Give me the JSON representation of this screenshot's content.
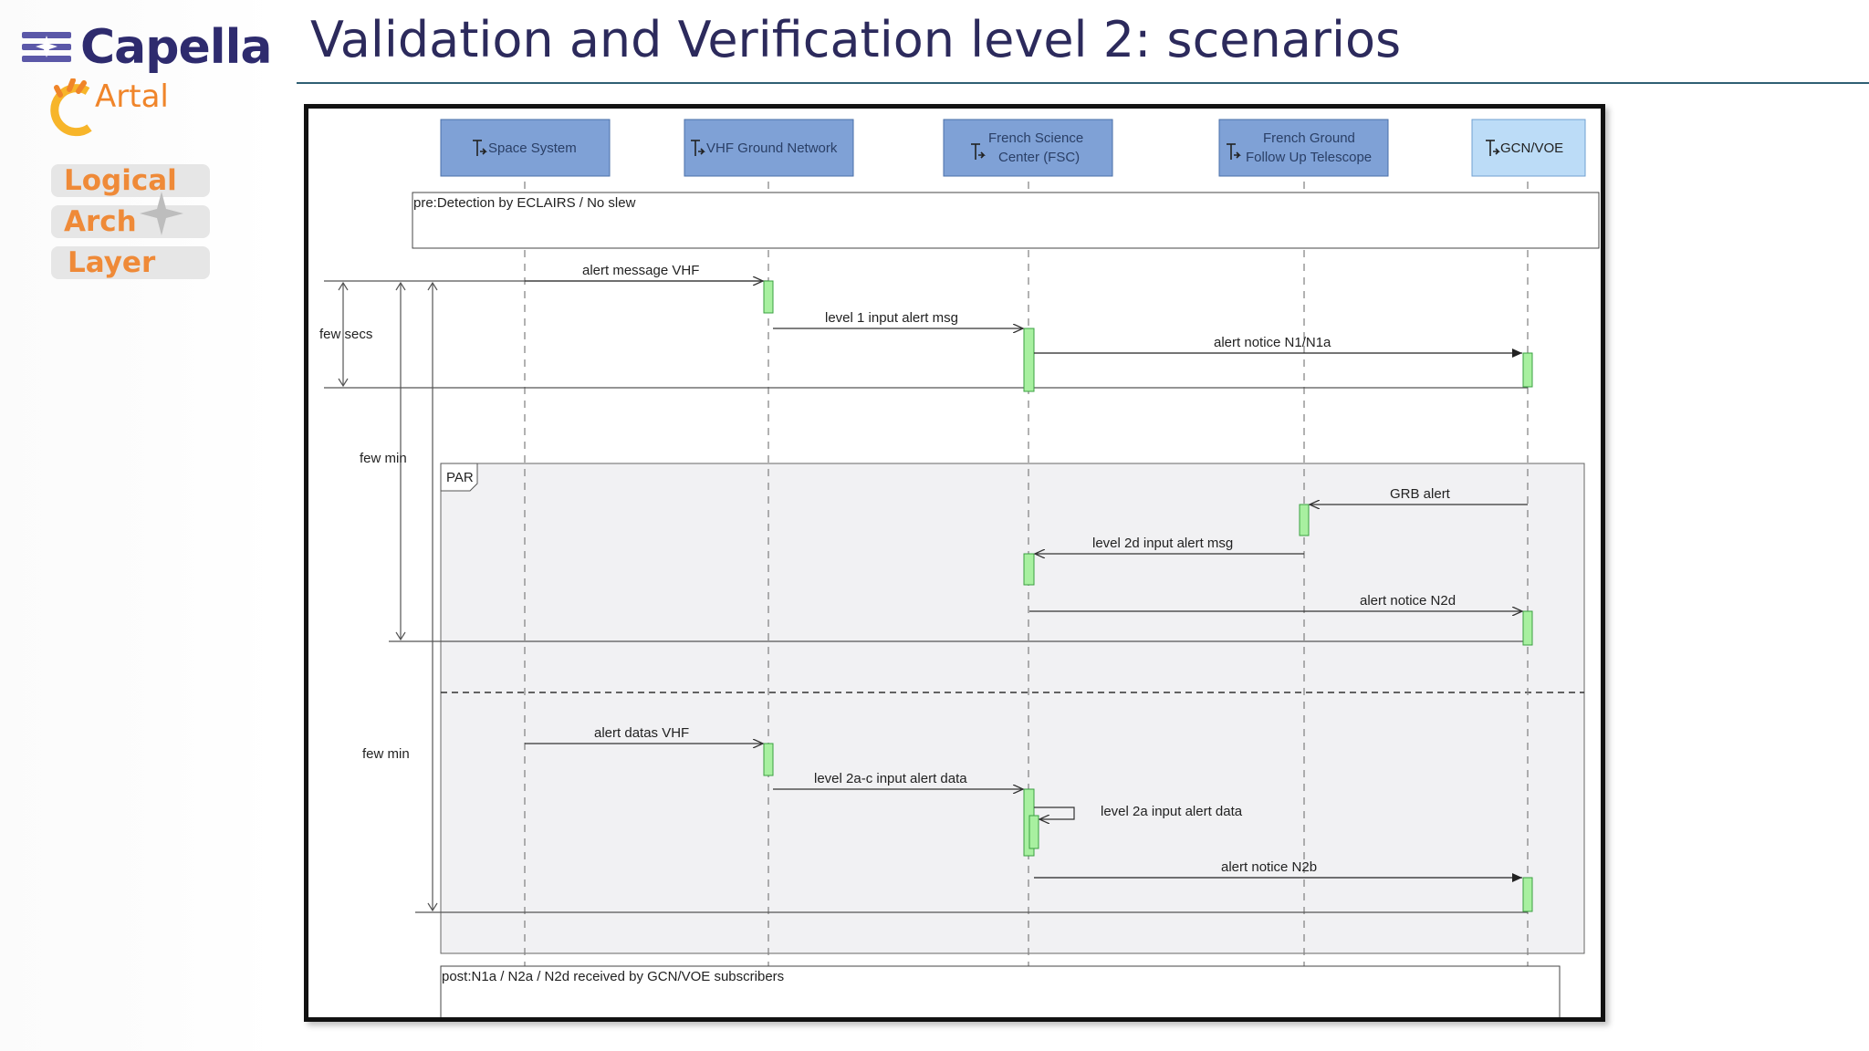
{
  "slide": {
    "title": "Validation and Verification level 2: scenarios",
    "logo_text": "Capella",
    "partner_text": "Artal",
    "layer_badge": [
      "Logical",
      "Arch",
      "Layer"
    ]
  },
  "diagram": {
    "actors": [
      {
        "id": "space",
        "label_lines": [
          "Space System"
        ],
        "fill": "#7fa1d6"
      },
      {
        "id": "vhf",
        "label_lines": [
          "VHF Ground Network"
        ],
        "fill": "#7fa1d6"
      },
      {
        "id": "fsc",
        "label_lines": [
          "French Science",
          "Center (FSC)"
        ],
        "fill": "#7fa1d6"
      },
      {
        "id": "fgft",
        "label_lines": [
          "French Ground",
          "Follow Up Telescope"
        ],
        "fill": "#7fa1d6"
      },
      {
        "id": "gcn",
        "label_lines": [
          "GCN/VOE"
        ],
        "fill": "#bcdcf7"
      }
    ],
    "precondition": "pre:Detection by ECLAIRS / No slew",
    "postcondition": "post:N1a / N2a / N2d received by GCN/VOE subscribers",
    "durations": [
      "few secs",
      "few min",
      "few min"
    ],
    "fragment_label": "PAR",
    "messages": [
      {
        "id": "m1",
        "label": "alert message VHF",
        "from": "space",
        "to": "vhf"
      },
      {
        "id": "m2",
        "label": "level 1 input alert msg",
        "from": "vhf",
        "to": "fsc"
      },
      {
        "id": "m3",
        "label": "alert notice N1/N1a",
        "from": "fsc",
        "to": "gcn"
      },
      {
        "id": "m4",
        "label": "GRB alert",
        "from": "gcn",
        "to": "fgft"
      },
      {
        "id": "m5",
        "label": "level 2d input alert msg",
        "from": "fgft",
        "to": "fsc"
      },
      {
        "id": "m6",
        "label": "alert notice N2d",
        "from": "fsc",
        "to": "gcn"
      },
      {
        "id": "m7",
        "label": "alert datas VHF",
        "from": "space",
        "to": "vhf"
      },
      {
        "id": "m8",
        "label": "level 2a-c input alert data",
        "from": "vhf",
        "to": "fsc"
      },
      {
        "id": "m9",
        "label": "level 2a input alert data",
        "from": "fsc",
        "to": "fsc"
      },
      {
        "id": "m10",
        "label": "alert notice N2b",
        "from": "fsc",
        "to": "gcn"
      }
    ],
    "colors": {
      "activation": "#a8f0a0",
      "activation_stroke": "#3aa040",
      "fragment_fill": "#f3f3f5",
      "accent": "#f0852a"
    }
  }
}
